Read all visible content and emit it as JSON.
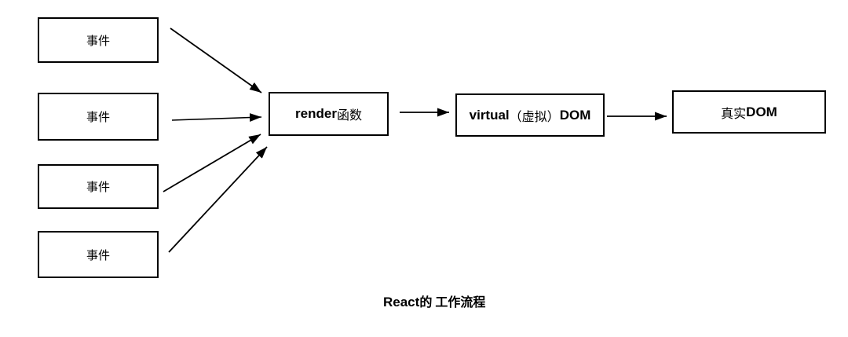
{
  "colors": {
    "background": "#ffffff",
    "box_border": "#000000",
    "text": "#000000",
    "arrow": "#000000"
  },
  "diagram": {
    "event_boxes": [
      {
        "label": "事件"
      },
      {
        "label": "事件"
      },
      {
        "label": "事件"
      },
      {
        "label": "事件"
      }
    ],
    "render_box": {
      "latin": "render",
      "cjk": "函数"
    },
    "virtual_box": {
      "latin_pre": "virtual",
      "cjk": "（虚拟）",
      "latin_post": "DOM"
    },
    "real_box": {
      "cjk": "真实",
      "latin": "DOM"
    },
    "caption": {
      "latin": "React",
      "cjk": "的 工作流程"
    }
  }
}
